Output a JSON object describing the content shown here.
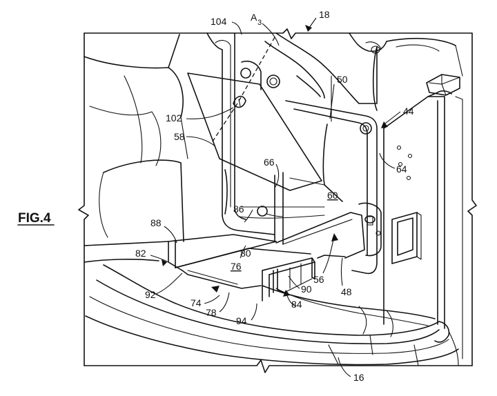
{
  "figure": {
    "label": "FIG.4"
  },
  "refs": {
    "r18": "18",
    "r104": "104",
    "rA3": "A",
    "rA3sub": "3",
    "r50": "50",
    "r44": "44",
    "r102": "102",
    "r58": "58",
    "r66": "66",
    "r64": "64",
    "r60": "60",
    "r86": "86",
    "r88": "88",
    "r80": "80",
    "r82": "82",
    "r76": "76",
    "r56": "56",
    "r48": "48",
    "r90": "90",
    "r92": "92",
    "r84": "84",
    "r74": "74",
    "r78": "78",
    "r94": "94",
    "r16": "16"
  }
}
